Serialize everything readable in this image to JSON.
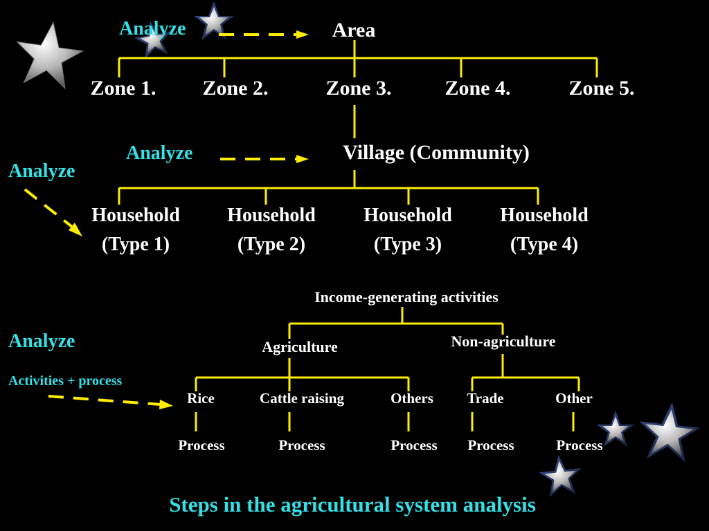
{
  "colors": {
    "background": "#000000",
    "connector": "#ffee00",
    "highlight": "#33e0e6",
    "text": "#ffffff"
  },
  "analyze_labels": {
    "top": "Analyze",
    "village": "Analyze",
    "household": "Analyze",
    "activities": "Analyze",
    "activities_sub": "Activities + process"
  },
  "nodes": {
    "area": "Area",
    "zones": [
      "Zone 1.",
      "Zone 2.",
      "Zone 3.",
      "Zone 4.",
      "Zone 5."
    ],
    "village": "Village (Community)",
    "households": [
      {
        "title": "Household",
        "type": "(Type 1)"
      },
      {
        "title": "Household",
        "type": "(Type 2)"
      },
      {
        "title": "Household",
        "type": "(Type 3)"
      },
      {
        "title": "Household",
        "type": "(Type 4)"
      }
    ],
    "income": "Income-generating activities",
    "agriculture": "Agriculture",
    "non_agriculture": "Non-agriculture",
    "activities": [
      {
        "name": "Rice",
        "step": "Process"
      },
      {
        "name": "Cattle raising",
        "step": "Process"
      },
      {
        "name": "Others",
        "step": "Process"
      },
      {
        "name": "Trade",
        "step": "Process"
      },
      {
        "name": "Other",
        "step": "Process"
      }
    ]
  },
  "caption": "Steps in the agricultural system analysis",
  "decorations": [
    "star-icon",
    "star-icon",
    "star-icon",
    "star-icon",
    "star-icon",
    "star-icon"
  ]
}
